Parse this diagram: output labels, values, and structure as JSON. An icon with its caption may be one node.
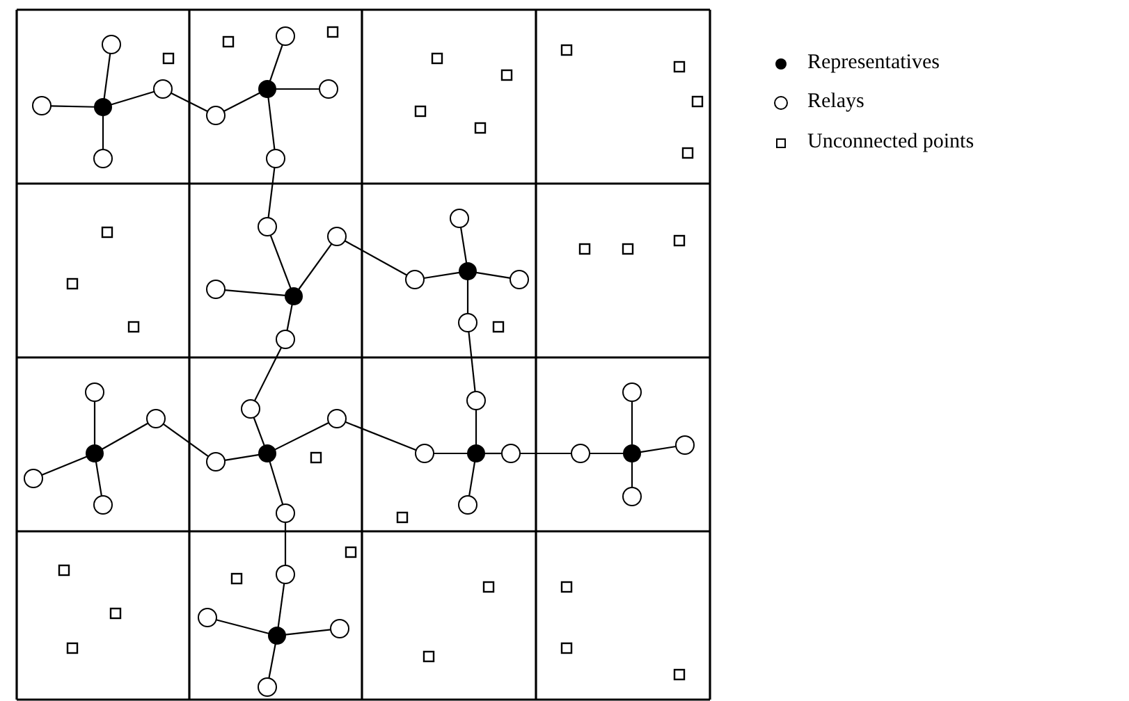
{
  "diagram": {
    "nodes": [
      {
        "text": [],
        "shape": "dot"
      },
      {
        "text": [],
        "shape": "circle"
      },
      {
        "text": [],
        "shape": "circle"
      },
      {
        "text": [],
        "shape": "circle"
      },
      {
        "text": [],
        "shape": "circle"
      },
      {
        "text": [],
        "shape": "box"
      },
      {
        "text": [],
        "shape": "dot"
      },
      {
        "text": [],
        "shape": "circle"
      },
      {
        "text": [],
        "shape": "circle"
      },
      {
        "text": [],
        "shape": "circle"
      },
      {
        "text": [],
        "shape": "circle"
      },
      {
        "text": [],
        "shape": "box"
      },
      {
        "text": [],
        "shape": "box"
      },
      {
        "text": [],
        "shape": "box"
      },
      {
        "text": [],
        "shape": "box"
      },
      {
        "text": [],
        "shape": "box"
      },
      {
        "text": [],
        "shape": "box"
      },
      {
        "text": [],
        "shape": "box"
      },
      {
        "text": [],
        "shape": "box"
      },
      {
        "text": [],
        "shape": "box"
      },
      {
        "text": [],
        "shape": "box"
      },
      {
        "text": [],
        "shape": "box"
      },
      {
        "text": [],
        "shape": "box"
      },
      {
        "text": [],
        "shape": "box"
      },
      {
        "text": [],
        "shape": "dot"
      },
      {
        "text": [],
        "shape": "circle"
      },
      {
        "text": [],
        "shape": "circle"
      },
      {
        "text": [],
        "shape": "circle"
      },
      {
        "text": [],
        "shape": "circle"
      },
      {
        "text": [],
        "shape": "dot"
      },
      {
        "text": [],
        "shape": "circle"
      },
      {
        "text": [],
        "shape": "circle"
      },
      {
        "text": [],
        "shape": "circle"
      },
      {
        "text": [],
        "shape": "circle"
      },
      {
        "text": [],
        "shape": "box"
      },
      {
        "text": [],
        "shape": "box"
      },
      {
        "text": [],
        "shape": "box"
      },
      {
        "text": [],
        "shape": "box"
      },
      {
        "text": [],
        "shape": "dot"
      },
      {
        "text": [],
        "shape": "circle"
      },
      {
        "text": [],
        "shape": "circle"
      },
      {
        "text": [],
        "shape": "circle"
      },
      {
        "text": [],
        "shape": "circle"
      },
      {
        "text": [],
        "shape": "dot"
      },
      {
        "text": [],
        "shape": "circle"
      },
      {
        "text": [],
        "shape": "circle"
      },
      {
        "text": [],
        "shape": "circle"
      },
      {
        "text": [],
        "shape": "circle"
      },
      {
        "text": [],
        "shape": "box"
      },
      {
        "text": [],
        "shape": "dot"
      },
      {
        "text": [],
        "shape": "circle"
      },
      {
        "text": [],
        "shape": "circle"
      },
      {
        "text": [],
        "shape": "circle"
      },
      {
        "text": [],
        "shape": "circle"
      },
      {
        "text": [],
        "shape": "box"
      },
      {
        "text": [],
        "shape": "dot"
      },
      {
        "text": [],
        "shape": "circle"
      },
      {
        "text": [],
        "shape": "circle"
      },
      {
        "text": [],
        "shape": "circle"
      },
      {
        "text": [],
        "shape": "circle"
      },
      {
        "text": [],
        "shape": "box"
      },
      {
        "text": [],
        "shape": "box"
      },
      {
        "text": [],
        "shape": "box"
      },
      {
        "text": [],
        "shape": "dot"
      },
      {
        "text": [],
        "shape": "circle"
      },
      {
        "text": [],
        "shape": "circle"
      },
      {
        "text": [],
        "shape": "circle"
      },
      {
        "text": [],
        "shape": "circle"
      },
      {
        "text": [],
        "shape": "box"
      },
      {
        "text": [],
        "shape": "box"
      },
      {
        "text": [],
        "shape": "box"
      },
      {
        "text": [],
        "shape": "box"
      },
      {
        "text": [],
        "shape": "box"
      },
      {
        "text": [],
        "shape": "box"
      },
      {
        "text": [],
        "shape": "box"
      }
    ],
    "edges": [
      {
        "from": 0,
        "to": 1,
        "arrow": "none"
      },
      {
        "from": 0,
        "to": 2,
        "arrow": "none"
      },
      {
        "from": 0,
        "to": 4,
        "arrow": "none"
      },
      {
        "from": 0,
        "to": 3,
        "arrow": "none"
      },
      {
        "from": 3,
        "to": 8,
        "arrow": "none"
      },
      {
        "from": 8,
        "to": 6,
        "arrow": "none"
      },
      {
        "from": 6,
        "to": 7,
        "arrow": "none"
      },
      {
        "from": 6,
        "to": 9,
        "arrow": "none"
      },
      {
        "from": 6,
        "to": 10,
        "arrow": "none"
      },
      {
        "from": 10,
        "to": 25,
        "arrow": "none"
      },
      {
        "from": 25,
        "to": 24,
        "arrow": "none"
      },
      {
        "from": 24,
        "to": 26,
        "arrow": "none"
      },
      {
        "from": 26,
        "to": 31,
        "arrow": "none"
      },
      {
        "from": 24,
        "to": 27,
        "arrow": "none"
      },
      {
        "from": 24,
        "to": 28,
        "arrow": "none"
      },
      {
        "from": 28,
        "to": 44,
        "arrow": "none"
      },
      {
        "from": 44,
        "to": 43,
        "arrow": "none"
      },
      {
        "from": 29,
        "to": 30,
        "arrow": "none"
      },
      {
        "from": 29,
        "to": 31,
        "arrow": "none"
      },
      {
        "from": 29,
        "to": 32,
        "arrow": "none"
      },
      {
        "from": 29,
        "to": 33,
        "arrow": "none"
      },
      {
        "from": 33,
        "to": 50,
        "arrow": "none"
      },
      {
        "from": 49,
        "to": 50,
        "arrow": "none"
      },
      {
        "from": 49,
        "to": 51,
        "arrow": "none"
      },
      {
        "from": 49,
        "to": 52,
        "arrow": "none"
      },
      {
        "from": 49,
        "to": 53,
        "arrow": "none"
      },
      {
        "from": 52,
        "to": 57,
        "arrow": "none"
      },
      {
        "from": 55,
        "to": 57,
        "arrow": "none"
      },
      {
        "from": 55,
        "to": 56,
        "arrow": "none"
      },
      {
        "from": 55,
        "to": 58,
        "arrow": "none"
      },
      {
        "from": 55,
        "to": 59,
        "arrow": "none"
      },
      {
        "from": 45,
        "to": 51,
        "arrow": "none"
      },
      {
        "from": 43,
        "to": 45,
        "arrow": "none"
      },
      {
        "from": 43,
        "to": 46,
        "arrow": "none"
      },
      {
        "from": 43,
        "to": 47,
        "arrow": "none"
      },
      {
        "from": 46,
        "to": 40,
        "arrow": "none"
      },
      {
        "from": 40,
        "to": 38,
        "arrow": "none"
      },
      {
        "from": 38,
        "to": 39,
        "arrow": "none"
      },
      {
        "from": 38,
        "to": 41,
        "arrow": "none"
      },
      {
        "from": 38,
        "to": 42,
        "arrow": "none"
      },
      {
        "from": 47,
        "to": 64,
        "arrow": "none"
      },
      {
        "from": 64,
        "to": 63,
        "arrow": "none"
      },
      {
        "from": 63,
        "to": 65,
        "arrow": "none"
      },
      {
        "from": 63,
        "to": 66,
        "arrow": "none"
      },
      {
        "from": 63,
        "to": 67,
        "arrow": "none"
      }
    ],
    "legend": [
      {
        "text": "Representatives"
      },
      {
        "text": "Relays"
      },
      {
        "text": "Unconnected points"
      }
    ]
  }
}
